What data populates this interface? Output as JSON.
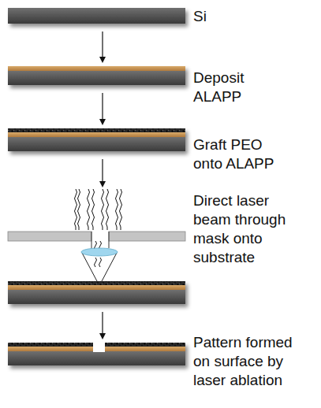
{
  "diagram": {
    "nodes": [
      {
        "text": [
          "Si"
        ]
      },
      {
        "text": [
          "Deposit ALAPP"
        ]
      },
      {
        "text": [
          "Graft PEO onto ALAPP"
        ]
      },
      {
        "text": [
          "Direct laser beam through mask onto substrate"
        ]
      },
      {
        "text": [
          "Pattern formed on surface by laser ablation"
        ]
      }
    ],
    "edges": [
      {
        "from": 0,
        "to": 1,
        "arrow": "to"
      },
      {
        "from": 1,
        "to": 2,
        "arrow": "to"
      },
      {
        "from": 2,
        "to": 3,
        "arrow": "to"
      },
      {
        "from": 3,
        "to": 4,
        "arrow": "to"
      }
    ]
  }
}
